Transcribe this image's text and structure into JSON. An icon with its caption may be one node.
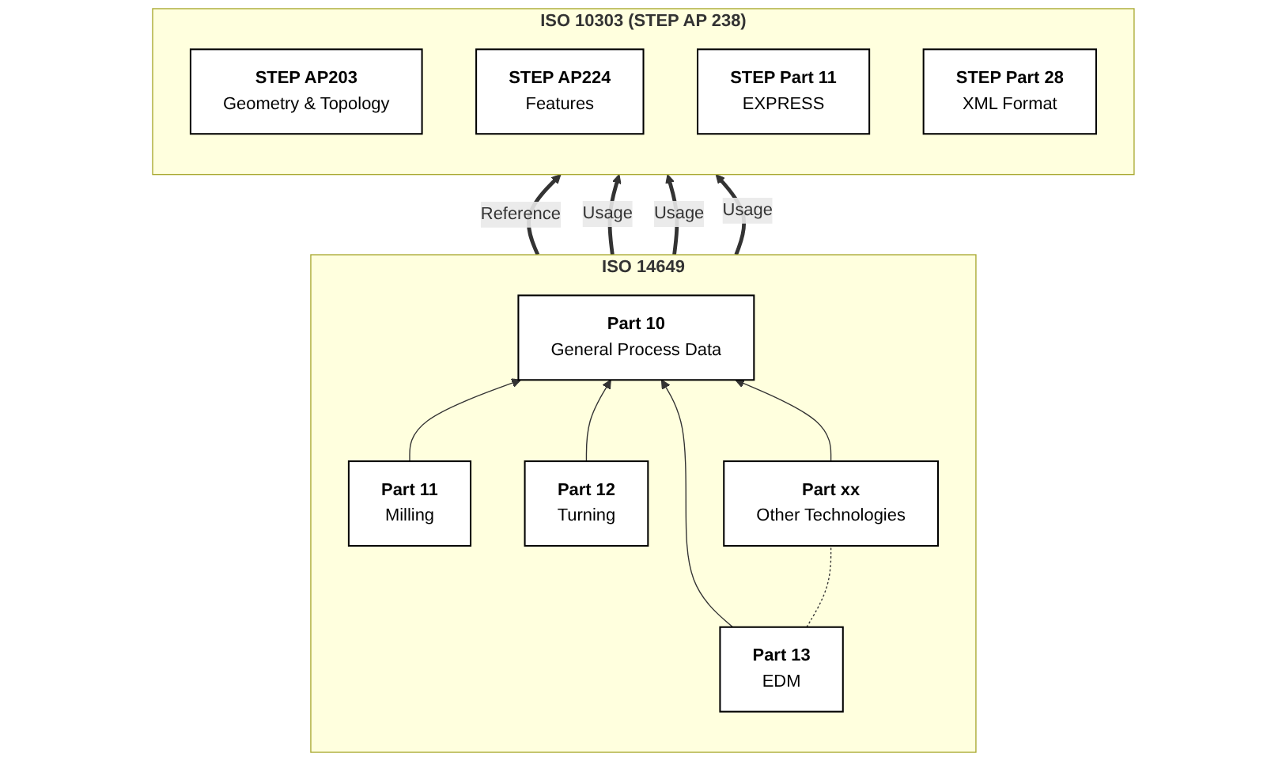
{
  "diagram": {
    "nodes": [
      {
        "text": [
          "ISO 10303 (STEP AP 238)"
        ]
      },
      {
        "text": [
          "STEP AP203",
          "Geometry & Topology"
        ],
        "in": 0
      },
      {
        "text": [
          "STEP AP224",
          "Features"
        ],
        "in": 0
      },
      {
        "text": [
          "STEP Part 11",
          "EXPRESS"
        ],
        "in": 0
      },
      {
        "text": [
          "STEP Part 28",
          "XML Format"
        ],
        "in": 0
      },
      {
        "text": [
          "ISO 14649"
        ]
      },
      {
        "text": [
          "Part 10",
          "General Process Data"
        ],
        "in": 5
      },
      {
        "text": [
          "Part 11",
          "Milling"
        ],
        "in": 5
      },
      {
        "text": [
          "Part 12",
          "Turning"
        ],
        "in": 5
      },
      {
        "text": [
          "Part 13",
          "EDM"
        ],
        "in": 5
      },
      {
        "text": [
          "Part xx",
          "Other Technologies"
        ],
        "in": 5
      }
    ],
    "edges": [
      {
        "from": 5,
        "to": 0,
        "arrow": "to",
        "label": "Reference",
        "style": "thick"
      },
      {
        "from": 5,
        "to": 0,
        "arrow": "to",
        "label": "Usage",
        "style": "thick"
      },
      {
        "from": 5,
        "to": 0,
        "arrow": "to",
        "label": "Usage",
        "style": "thick"
      },
      {
        "from": 5,
        "to": 0,
        "arrow": "to",
        "label": "Usage",
        "style": "thick"
      },
      {
        "from": 7,
        "to": 6,
        "arrow": "to"
      },
      {
        "from": 8,
        "to": 6,
        "arrow": "to"
      },
      {
        "from": 9,
        "to": 6,
        "arrow": "to"
      },
      {
        "from": 10,
        "to": 6,
        "arrow": "to"
      },
      {
        "from": 9,
        "to": 10,
        "arrow": "none",
        "style": "dashed"
      }
    ]
  }
}
